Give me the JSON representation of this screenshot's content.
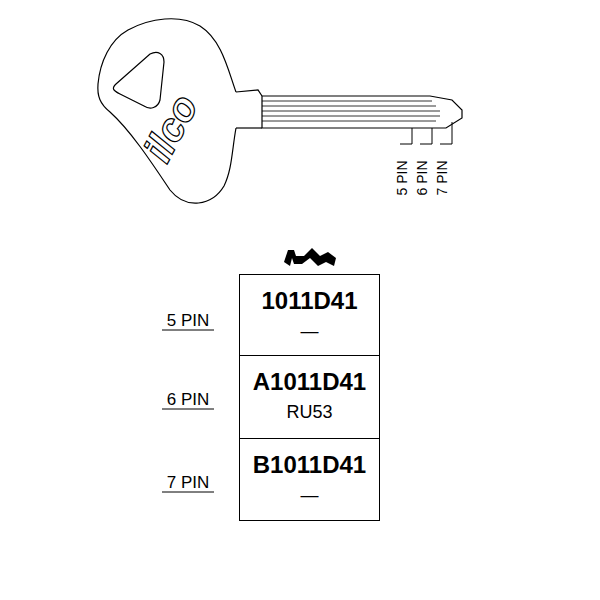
{
  "diagram": {
    "nodes": [
      {
        "text": [
          "1011D41",
          "—"
        ]
      },
      {
        "text": [
          "A1011D41",
          "RU53"
        ]
      },
      {
        "text": [
          "B1011D41",
          "—"
        ]
      }
    ],
    "labels": [
      "ilco",
      "5 PIN",
      "6 PIN",
      "7 PIN",
      "5 PIN",
      "6 PIN",
      "7 PIN"
    ]
  }
}
